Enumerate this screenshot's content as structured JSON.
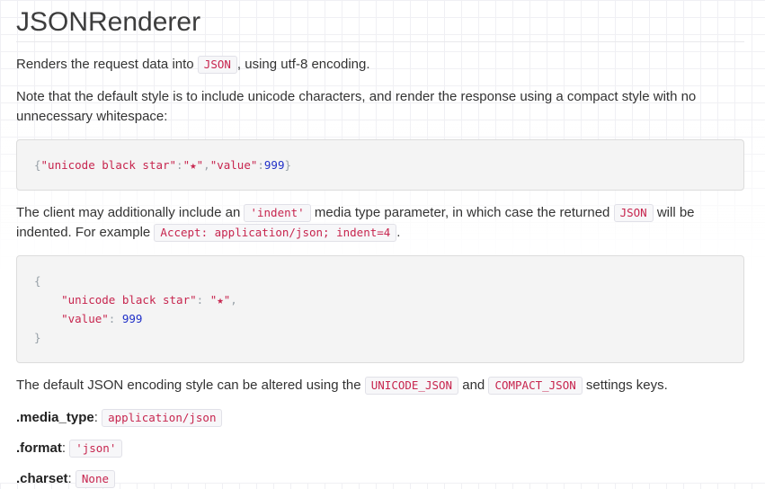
{
  "title": "JSONRenderer",
  "colors": {
    "inline_code_text": "#c7254e",
    "code_string": "#c7254e",
    "code_number": "#2030c8",
    "code_punctuation": "#98a1a8",
    "code_block_background": "#f4f4f4",
    "inline_code_background": "#f7f7f9",
    "body_text": "#333333",
    "grid_line": "#f0f0f4"
  },
  "paragraphs": {
    "intro": [
      {
        "t": "Renders the request data into "
      },
      {
        "t": "JSON",
        "code": true
      },
      {
        "t": ", using utf-8 encoding."
      }
    ],
    "note": [
      {
        "t": "Note that the default style is to include unicode characters, and render the response using a compact style with no unnecessary whitespace:"
      }
    ],
    "indent": [
      {
        "t": "The client may additionally include an "
      },
      {
        "t": "'indent'",
        "code": true
      },
      {
        "t": " media type parameter, in which case the returned "
      },
      {
        "t": "JSON",
        "code": true
      },
      {
        "t": " will be indented. For example "
      },
      {
        "t": "Accept: application/json; indent=4",
        "code": true
      },
      {
        "t": "."
      }
    ],
    "settings": [
      {
        "t": "The default JSON encoding style can be altered using the "
      },
      {
        "t": "UNICODE_JSON",
        "code": true
      },
      {
        "t": " and "
      },
      {
        "t": "COMPACT_JSON",
        "code": true
      },
      {
        "t": " settings keys."
      }
    ]
  },
  "code_blocks": {
    "compact": {
      "lines": [
        [
          {
            "t": "{",
            "c": "p"
          },
          {
            "t": "\"unicode black star\"",
            "c": "s"
          },
          {
            "t": ":",
            "c": "p"
          },
          {
            "t": "\"★\"",
            "c": "s"
          },
          {
            "t": ",",
            "c": "p"
          },
          {
            "t": "\"value\"",
            "c": "s"
          },
          {
            "t": ":",
            "c": "p"
          },
          {
            "t": "999",
            "c": "n"
          },
          {
            "t": "}",
            "c": "p"
          }
        ]
      ]
    },
    "indented": {
      "lines": [
        [
          {
            "t": "{",
            "c": "p"
          }
        ],
        [
          {
            "t": "    ",
            "c": "w"
          },
          {
            "t": "\"unicode black star\"",
            "c": "s"
          },
          {
            "t": ":",
            "c": "p"
          },
          {
            "t": " ",
            "c": "w"
          },
          {
            "t": "\"★\"",
            "c": "s"
          },
          {
            "t": ",",
            "c": "p"
          }
        ],
        [
          {
            "t": "    ",
            "c": "w"
          },
          {
            "t": "\"value\"",
            "c": "s"
          },
          {
            "t": ":",
            "c": "p"
          },
          {
            "t": " ",
            "c": "w"
          },
          {
            "t": "999",
            "c": "n"
          }
        ],
        [
          {
            "t": "}",
            "c": "p"
          }
        ]
      ]
    }
  },
  "properties": [
    {
      "label": ".media_type",
      "separator": ":",
      "value": "application/json"
    },
    {
      "label": ".format",
      "separator": ":",
      "value": "'json'"
    },
    {
      "label": ".charset",
      "separator": ":",
      "value": "None"
    }
  ]
}
